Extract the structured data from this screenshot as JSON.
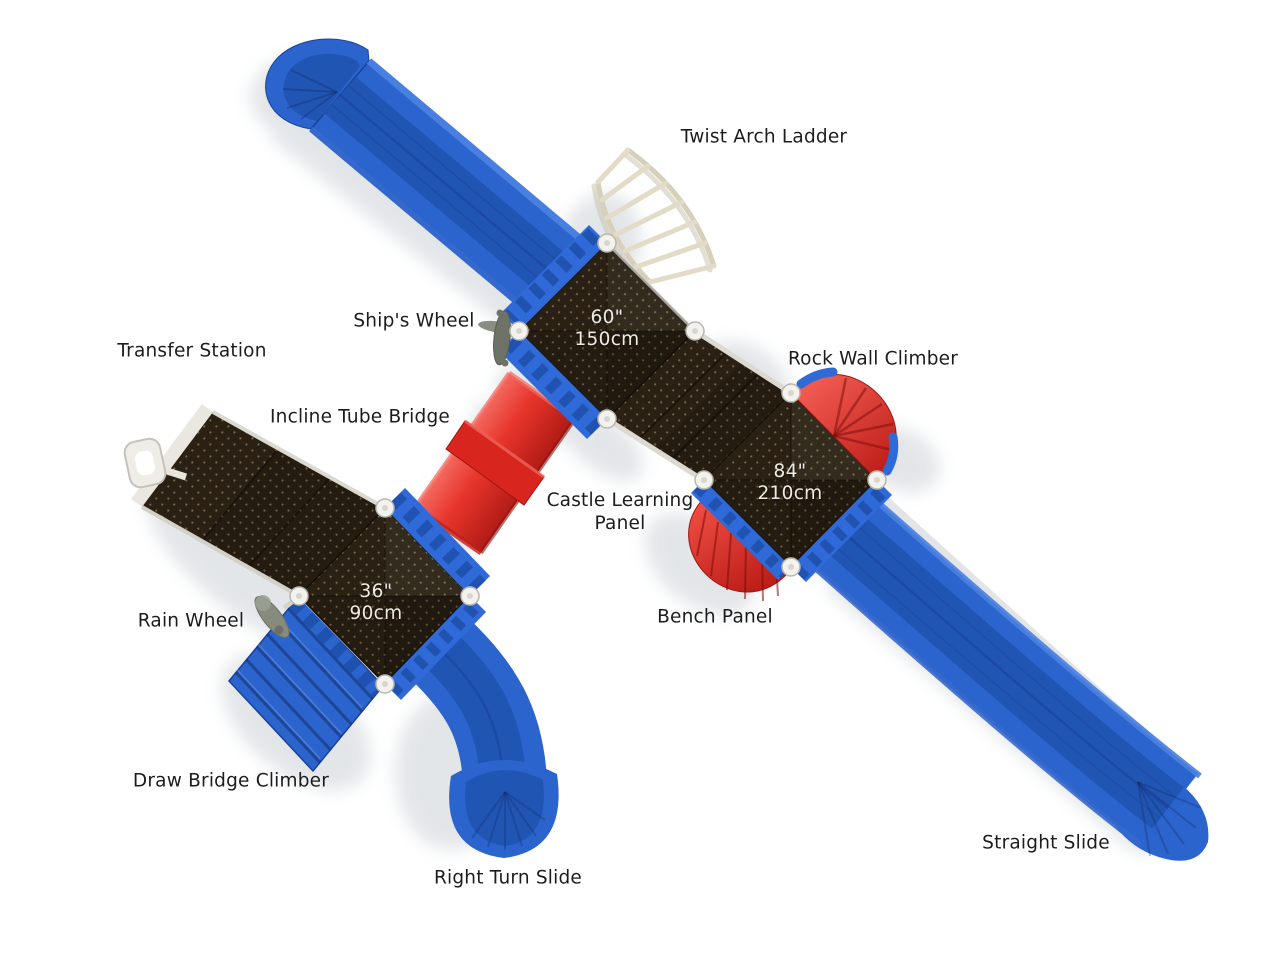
{
  "callouts": {
    "twist_arch_ladder": "Twist Arch Ladder",
    "ships_wheel": "Ship's Wheel",
    "transfer_station": "Transfer Station",
    "incline_tube_bridge": "Incline Tube Bridge",
    "rock_wall_climber": "Rock Wall Climber",
    "castle_learning_panel": "Castle Learning\nPanel",
    "bench_panel": "Bench Panel",
    "rain_wheel": "Rain Wheel",
    "draw_bridge_climber": "Draw Bridge Climber",
    "right_turn_slide": "Right Turn Slide",
    "straight_slide": "Straight Slide"
  },
  "decks": {
    "deck60": {
      "label": "60\"\n150cm"
    },
    "deck84": {
      "label": "84\"\n210cm"
    },
    "deck36": {
      "label": "36\"\n90cm"
    }
  },
  "colors": {
    "slide_blue": "#2b64cd",
    "tube_red": "#e63229",
    "deck_brown": "#2a2014",
    "ladder_cream": "#ddd6c2",
    "ground": "#ffffff"
  }
}
